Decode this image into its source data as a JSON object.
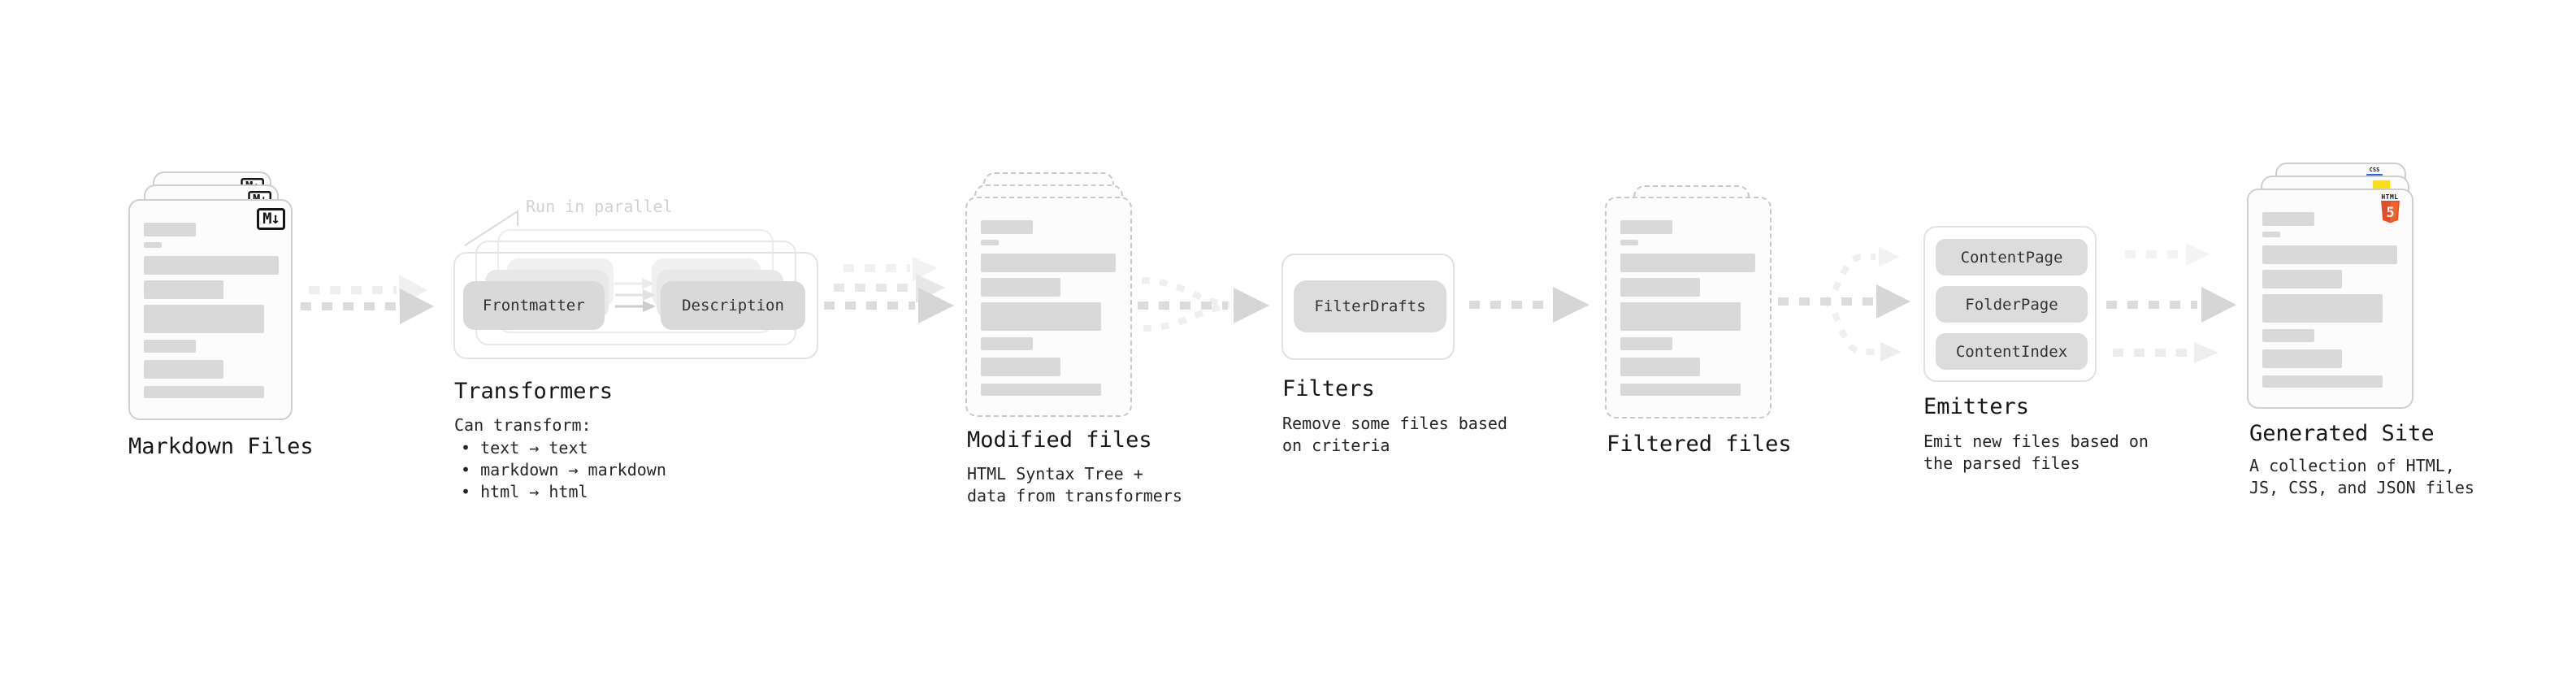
{
  "stages": {
    "markdown": {
      "title": "Markdown Files",
      "badge": "M↓"
    },
    "transformers": {
      "title": "Transformers",
      "annotation": "Run in parallel",
      "chips": [
        "Frontmatter",
        "Description"
      ],
      "subtitle": "Can transform:",
      "bullets": [
        "• text → text",
        "• markdown → markdown",
        "• html → html"
      ]
    },
    "modified": {
      "title": "Modified files",
      "subtitle_lines": [
        "HTML Syntax Tree +",
        "data from transformers"
      ]
    },
    "filters": {
      "title": "Filters",
      "chips": [
        "FilterDrafts"
      ],
      "subtitle_lines": [
        "Remove some files based",
        "on criteria"
      ]
    },
    "filtered": {
      "title": "Filtered files"
    },
    "emitters": {
      "title": "Emitters",
      "chips": [
        "ContentPage",
        "FolderPage",
        "ContentIndex"
      ],
      "subtitle_lines": [
        "Emit new files based on",
        "the parsed files"
      ]
    },
    "generated": {
      "title": "Generated Site",
      "subtitle_lines": [
        "A collection of HTML,",
        "JS, CSS, and JSON files"
      ],
      "badge_css": "CSS",
      "badge_html_label": "HTML",
      "badge_html_number": "5"
    }
  },
  "colors": {
    "arrow_dark": "#d6d6d6",
    "arrow_mid": "#e7e7e7",
    "arrow_light": "#f1f1f1",
    "chip_bg": "#dcdcdc",
    "skeleton_bar": "#d9d9d9",
    "css_blue": "#2965f1",
    "js_yellow": "#f7df1e",
    "html5_orange": "#e44d26"
  }
}
